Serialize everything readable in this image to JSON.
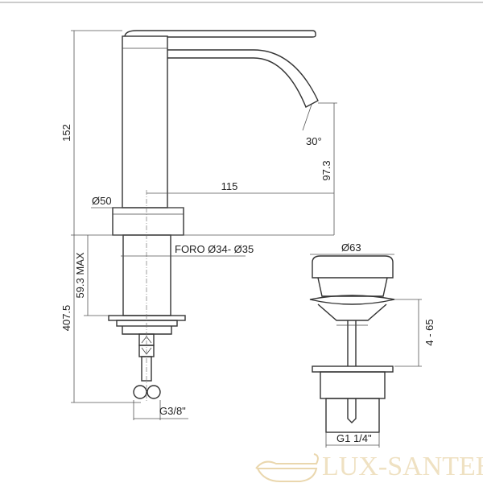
{
  "drawing": {
    "faucet_dims": {
      "height_total": "152",
      "spout_reach": "115",
      "spout_height": "97.3",
      "spout_angle": "30°",
      "base_diameter": "Ø50",
      "hole_diameter": "FORO Ø34- Ø35",
      "max_deck_thickness": "59.3 MAX",
      "hose_length": "407.5",
      "hose_thread": "G3/8\""
    },
    "drain_dims": {
      "cap_diameter": "Ø63",
      "stroke": "4 - 65",
      "thread": "G1 1/4\""
    }
  },
  "watermark": {
    "brand": "LUX-SANTEH"
  },
  "colors": {
    "line": "#333333",
    "watermark": "#ead7ae"
  }
}
